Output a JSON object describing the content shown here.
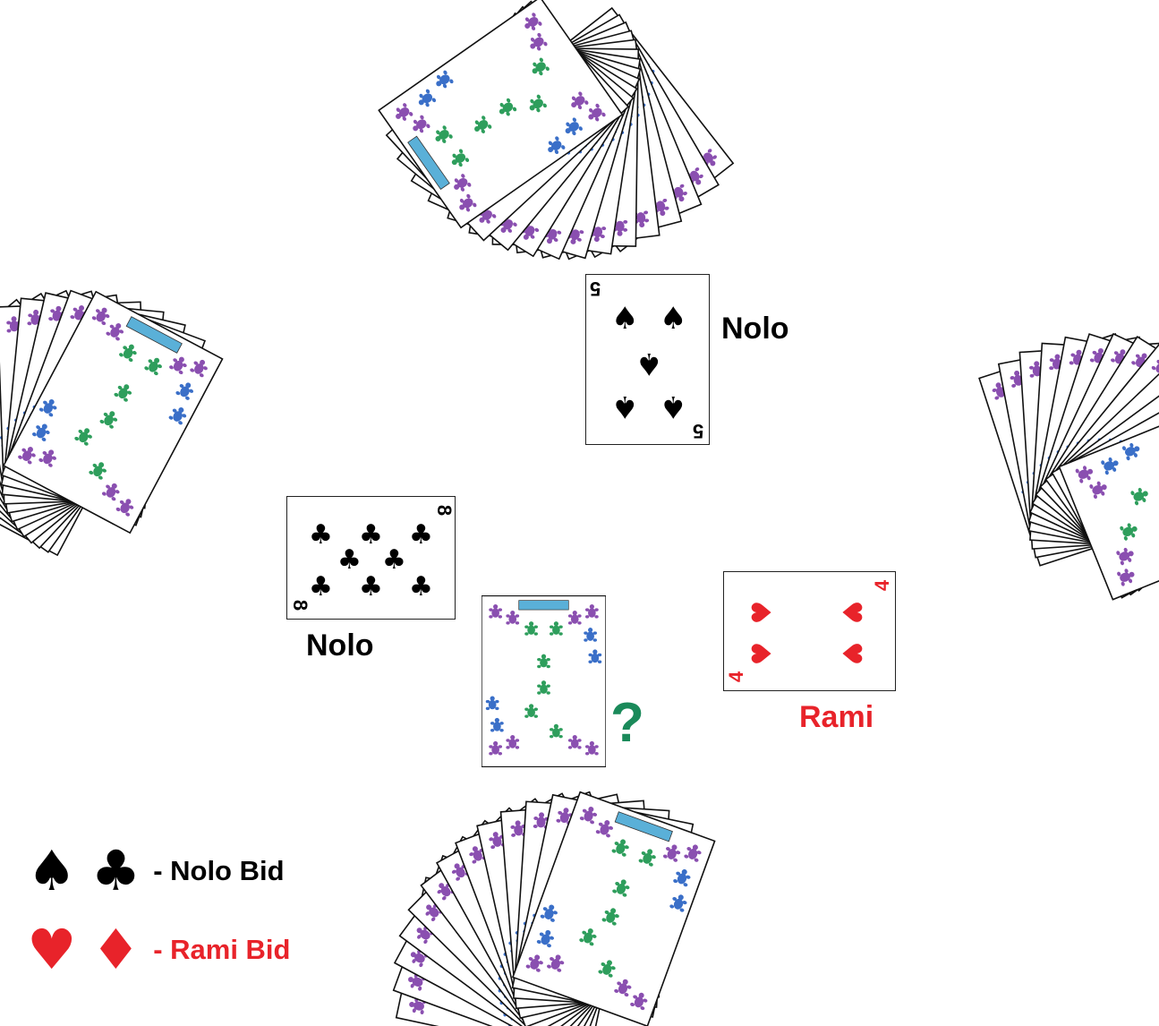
{
  "played": {
    "north": {
      "rank": "5",
      "suit": "♠",
      "bid_label": "Nolo"
    },
    "west": {
      "rank": "8",
      "suit": "♣",
      "bid_label": "Nolo"
    },
    "east": {
      "rank": "4",
      "suit": "♥",
      "bid_label": "Rami"
    },
    "south": {
      "pending": "?"
    }
  },
  "legend": {
    "nolo": {
      "symbols": [
        "♠",
        "♣"
      ],
      "text": "- Nolo Bid"
    },
    "rami": {
      "symbols": [
        "♥",
        "♦"
      ],
      "text": "- Rami Bid"
    }
  },
  "colors": {
    "black_suit": "#000000",
    "red_suit": "#e8232a",
    "pending": "#1a8a5a",
    "card_back_green": "#2e9e5c",
    "card_back_purple": "#8a4fb0",
    "card_back_blue": "#3a6fc8"
  },
  "icons": {
    "card_back": "turtle-pattern-card-back-icon",
    "pending": "question-mark-icon"
  }
}
